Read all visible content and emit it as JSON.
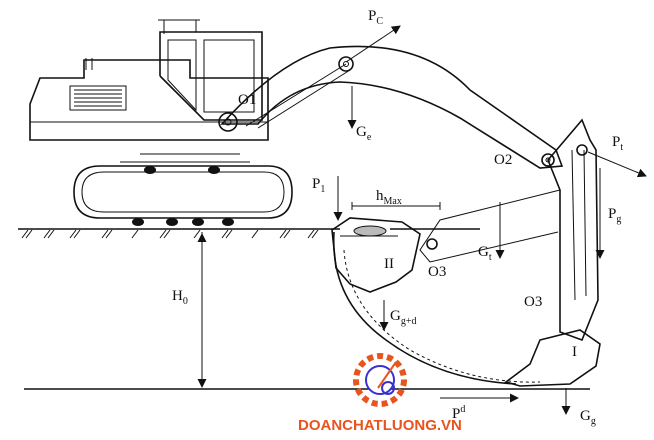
{
  "labels": {
    "pc": {
      "main": "P",
      "sub": "C"
    },
    "o1": {
      "main": "O1"
    },
    "ge": {
      "main": "G",
      "sub": "e"
    },
    "o2": {
      "main": "O2"
    },
    "pt": {
      "main": "P",
      "sub": "t"
    },
    "pg": {
      "main": "P",
      "sub": "g"
    },
    "p1": {
      "main": "P",
      "sub": "1"
    },
    "hmax": {
      "main": "h",
      "sub": "Max"
    },
    "gt": {
      "main": "G",
      "sub": "t"
    },
    "ii": {
      "main": "II"
    },
    "o3a": {
      "main": "O3"
    },
    "o3b": {
      "main": "O3"
    },
    "h0": {
      "main": "H",
      "sub": "0"
    },
    "ggd": {
      "main": "G",
      "sub": "g+d"
    },
    "i": {
      "main": "I"
    },
    "pd": {
      "main": "P",
      "sub": "d"
    },
    "gg": {
      "main": "G",
      "sub": "g"
    }
  },
  "watermark": {
    "text": "DOANCHATLUONG.VN",
    "color": "#e8541e",
    "logo_color": "#e8541e",
    "logo_inner_color": "#3a2fd0"
  }
}
